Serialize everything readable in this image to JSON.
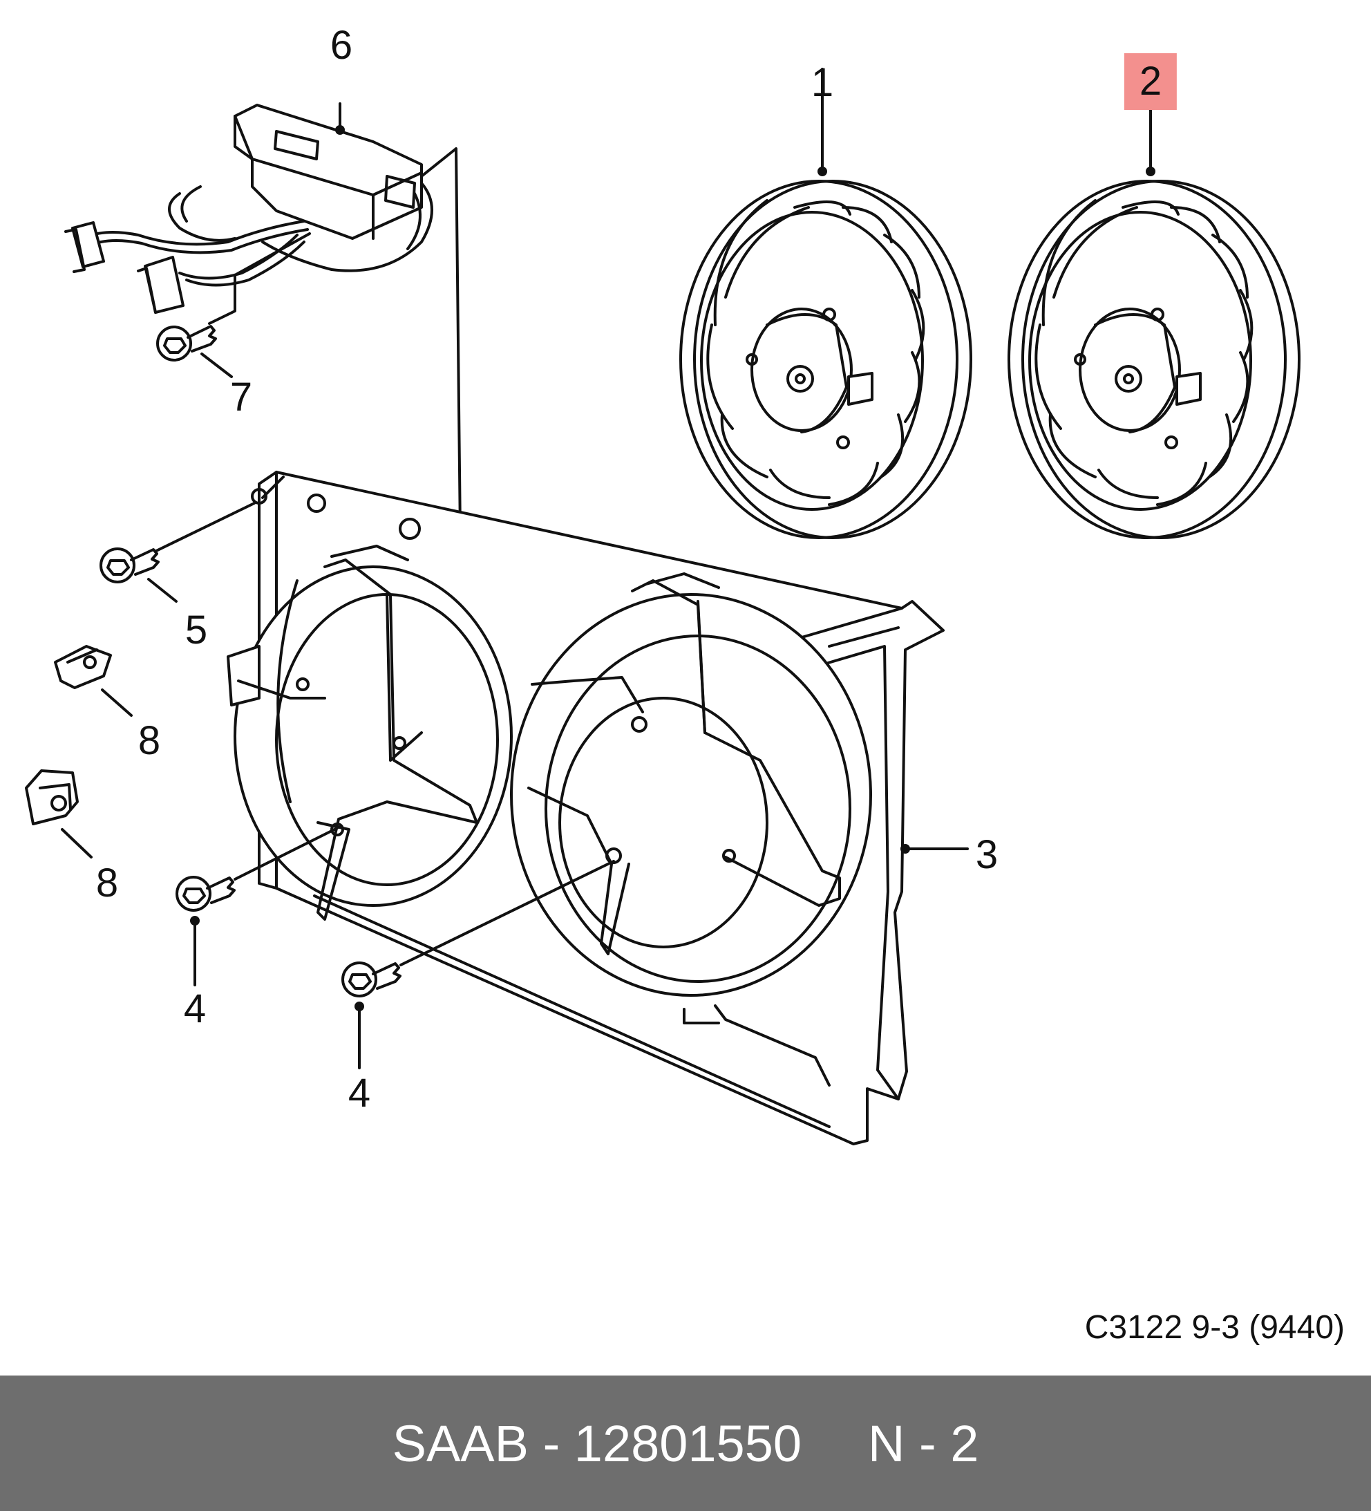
{
  "callouts": {
    "c1": "1",
    "c2": "2",
    "c3": "3",
    "c4a": "4",
    "c4b": "4",
    "c5": "5",
    "c6": "6",
    "c7": "7",
    "c8a": "8",
    "c8b": "8"
  },
  "highlight_color": "#f3908e",
  "caption": "C3122 9-3 (9440)",
  "footer": {
    "part": "SAAB - 12801550",
    "ref": "N - 2",
    "background": "#6e6e6e"
  }
}
